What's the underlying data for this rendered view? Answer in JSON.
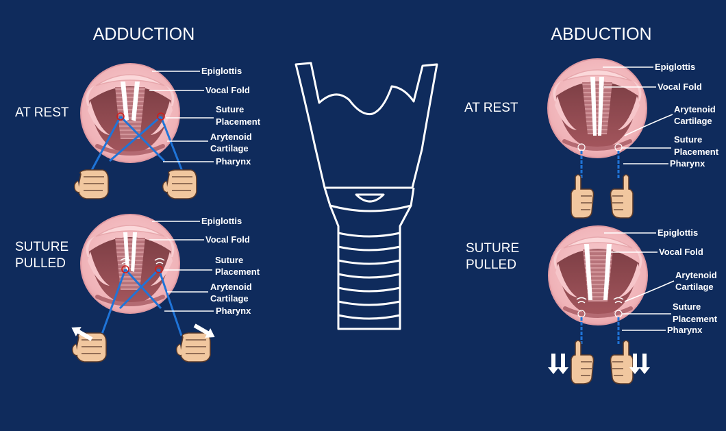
{
  "colors": {
    "background": "#0f2b5c",
    "tissue": "#f2bcc0",
    "suture": "#1f74d8",
    "marker": "#cc1f1f",
    "text": "#ffffff"
  },
  "left": {
    "title": "ADDUCTION",
    "rest": {
      "state": "AT REST",
      "labels": {
        "epiglottis": "Epiglottis",
        "vocal_fold": "Vocal Fold",
        "suture_1": "Suture",
        "suture_2": "Placement",
        "arytenoid_1": "Arytenoid",
        "arytenoid_2": "Cartilage",
        "pharynx": "Pharynx"
      }
    },
    "pulled": {
      "state_1": "SUTURE",
      "state_2": "PULLED",
      "labels": {
        "epiglottis": "Epiglottis",
        "vocal_fold": "Vocal Fold",
        "suture_1": "Suture",
        "suture_2": "Placement",
        "arytenoid_1": "Arytenoid",
        "arytenoid_2": "Cartilage",
        "pharynx": "Pharynx"
      }
    }
  },
  "right": {
    "title": "ABDUCTION",
    "rest": {
      "state": "AT REST",
      "labels": {
        "epiglottis": "Epiglottis",
        "vocal_fold": "Vocal Fold",
        "arytenoid_1": "Arytenoid",
        "arytenoid_2": "Cartilage",
        "suture_1": "Suture",
        "suture_2": "Placement",
        "pharynx": "Pharynx"
      }
    },
    "pulled": {
      "state_1": "SUTURE",
      "state_2": "PULLED",
      "labels": {
        "epiglottis": "Epiglottis",
        "vocal_fold": "Vocal Fold",
        "arytenoid_1": "Arytenoid",
        "arytenoid_2": "Cartilage",
        "suture_1": "Suture",
        "suture_2": "Placement",
        "pharynx": "Pharynx"
      }
    }
  }
}
